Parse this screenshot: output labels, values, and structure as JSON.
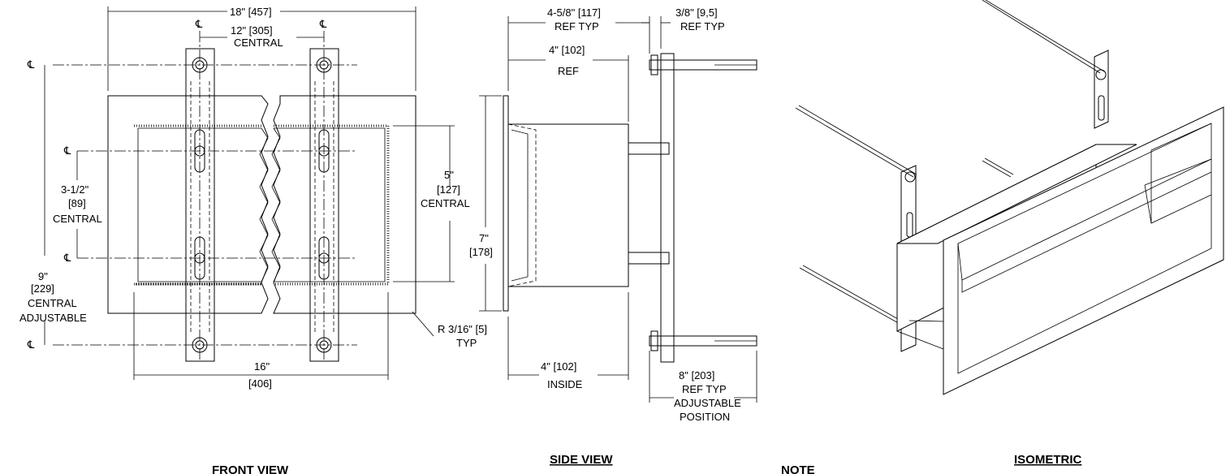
{
  "views": {
    "front": "FRONT VIEW",
    "side": "SIDE VIEW",
    "isometric": "ISOMETRIC",
    "note": "NOTE"
  },
  "centerline_symbol": "℄",
  "front_dims": {
    "overall_width": "18\" [457]",
    "mount_center": "12\" [305]",
    "mount_center_sub": "CENTRAL",
    "inner_width_1": "16\"",
    "inner_width_2": "[406]",
    "height_1": "9\"",
    "height_2": "[229]",
    "height_3": "CENTRAL",
    "height_4": "ADJUSTABLE",
    "slot_1": "3-1/2\"",
    "slot_2": "[89]",
    "slot_3": "CENTRAL",
    "open_1": "5\"",
    "open_2": "[127]",
    "open_3": "CENTRAL",
    "radius_1": "R 3/16\" [5]",
    "radius_2": "TYP"
  },
  "side_dims": {
    "ref_typ_1": "4-5/8\" [117]",
    "ref_typ_2": "REF TYP",
    "flange_1": "3/8\" [9,5]",
    "flange_2": "REF TYP",
    "ref_1": "4\" [102]",
    "ref_2": "REF",
    "height_1": "7\"",
    "height_2": "[178]",
    "inside_1": "4\" [102]",
    "inside_2": "INSIDE",
    "stud_1": "8\" [203]",
    "stud_2": "REF TYP",
    "stud_3": "ADJUSTABLE",
    "stud_4": "POSITION"
  }
}
